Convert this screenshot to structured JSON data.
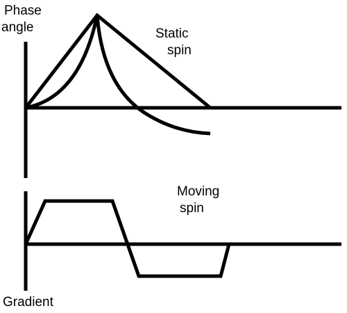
{
  "labels": {
    "phase_angle_line1": "Phase",
    "phase_angle_line2": "angle",
    "static_spin_line1": "Static",
    "static_spin_line2": "spin",
    "moving_spin_line1": "Moving",
    "moving_spin_line2": "spin",
    "gradient": "Gradient"
  },
  "colors": {
    "stroke": "#000000",
    "background": "#ffffff"
  }
}
